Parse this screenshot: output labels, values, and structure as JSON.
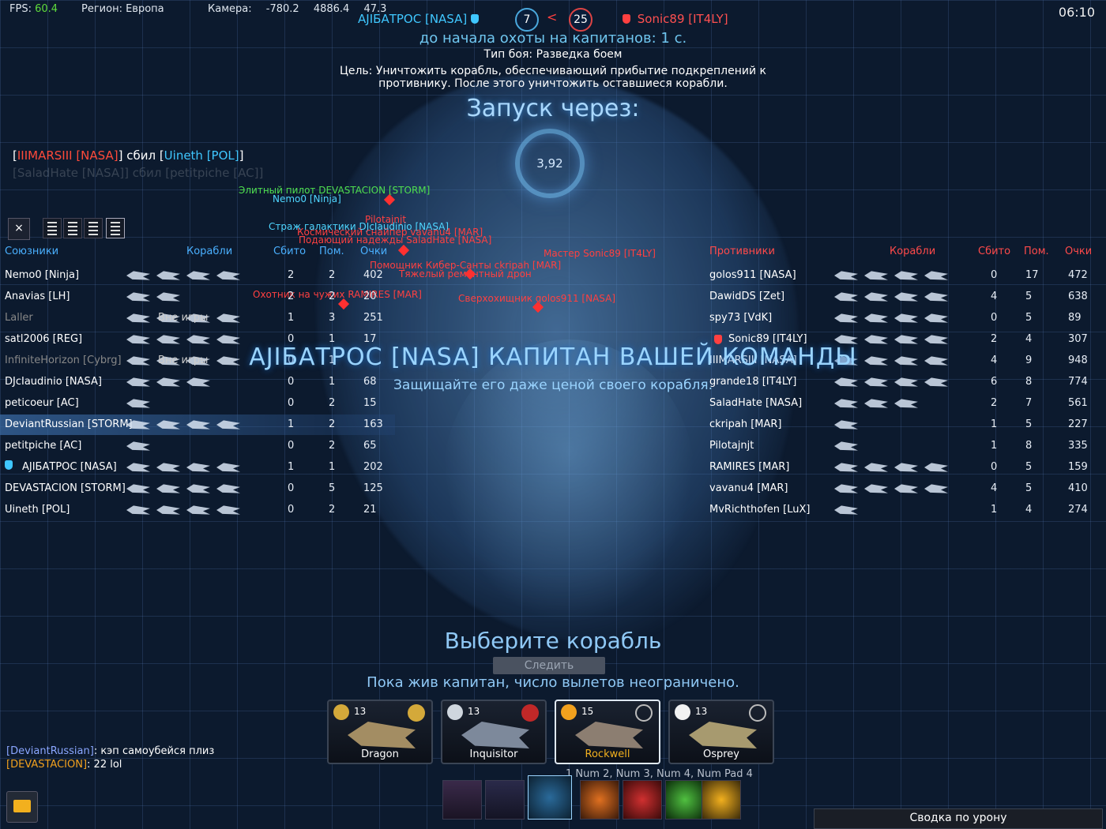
{
  "hud": {
    "fps_label": "FPS:",
    "fps_value": "60.4",
    "region": "Регион: Европа",
    "camera_label": "Камера:",
    "camera_x": "-780.2",
    "camera_y": "4886.4",
    "camera_z": "47.3",
    "clock": "06:10"
  },
  "score": {
    "left_captain": "AJIБАТРОС [NASA]",
    "left_score": "7",
    "right_score": "25",
    "right_captain": "Sonic89 [IT4LY]",
    "vs": "<"
  },
  "briefing": {
    "hunt_timer": "до начала охоты на капитанов: 1 с.",
    "battle_type": "Тип боя: Разведка боем",
    "objective": "Цель: Уничтожить корабль, обеспечивающий прибытие подкреплений к противнику. После этого уничтожить оставшиеся корабли.",
    "launch_label": "Запуск через:",
    "launch_timer": "3,92"
  },
  "killfeed": [
    {
      "killer": "IIIMARSIII [NASA]",
      "verb": "сбил",
      "victim": "Uineth [POL]"
    },
    {
      "killer": "SaladHate [NASA]",
      "verb": "сбил",
      "victim": "petitpiche [AC]"
    }
  ],
  "view": {
    "close": "×"
  },
  "allies_table": {
    "col_players": "Союзники",
    "col_ships": "Корабли",
    "col_kills": "Сбито",
    "col_assists": "Пом.",
    "col_points": "Очки",
    "rows": [
      {
        "name": "Nemo0 [Ninja]",
        "kills": "2",
        "assists": "2",
        "points": "402",
        "ships": 4
      },
      {
        "name": "Anavias [LH]",
        "kills": "2",
        "assists": "2",
        "points": "20",
        "ships": 2
      },
      {
        "name": "Laller",
        "kills": "1",
        "assists": "3",
        "points": "251",
        "ships": 4,
        "offline": "Вне игры"
      },
      {
        "name": "satl2006 [REG]",
        "kills": "0",
        "assists": "1",
        "points": "17",
        "ships": 4
      },
      {
        "name": "InfiniteHorizon [Cybrg]",
        "kills": "0",
        "assists": "1",
        "points": "",
        "ships": 4,
        "offline": "Вне игры"
      },
      {
        "name": "DJcIaudinio [NASA]",
        "kills": "0",
        "assists": "1",
        "points": "68",
        "ships": 3
      },
      {
        "name": "peticoeur [AC]",
        "kills": "0",
        "assists": "2",
        "points": "15",
        "ships": 1
      },
      {
        "name": "DeviantRussian [STORM]",
        "kills": "1",
        "assists": "2",
        "points": "163",
        "ships": 4
      },
      {
        "name": "petitpiche [AC]",
        "kills": "0",
        "assists": "2",
        "points": "65",
        "ships": 1
      },
      {
        "name": "AJIБАТРОС [NASA]",
        "kills": "1",
        "assists": "1",
        "points": "202",
        "ships": 4
      },
      {
        "name": "DEVASTACION [STORM]",
        "kills": "0",
        "assists": "5",
        "points": "125",
        "ships": 4
      },
      {
        "name": "Uineth [POL]",
        "kills": "0",
        "assists": "2",
        "points": "21",
        "ships": 4
      }
    ]
  },
  "enemies_table": {
    "col_players": "Противники",
    "col_ships": "Корабли",
    "col_kills": "Сбито",
    "col_assists": "Пом.",
    "col_points": "Очки",
    "rows": [
      {
        "name": "golos911 [NASA]",
        "kills": "0",
        "assists": "17",
        "points": "472",
        "ships": 4
      },
      {
        "name": "DawidDS [Zet]",
        "kills": "4",
        "assists": "5",
        "points": "638",
        "ships": 4
      },
      {
        "name": "spy73 [VdK]",
        "kills": "0",
        "assists": "5",
        "points": "89",
        "ships": 4
      },
      {
        "name": "Sonic89 [IT4LY]",
        "kills": "2",
        "assists": "4",
        "points": "307",
        "ships": 4
      },
      {
        "name": "IIIMARSIII [NASA]",
        "kills": "4",
        "assists": "9",
        "points": "948",
        "ships": 4
      },
      {
        "name": "grande18 [IT4LY]",
        "kills": "6",
        "assists": "8",
        "points": "774",
        "ships": 4
      },
      {
        "name": "SaladHate [NASA]",
        "kills": "2",
        "assists": "7",
        "points": "561",
        "ships": 3
      },
      {
        "name": "ckripah [MAR]",
        "kills": "1",
        "assists": "5",
        "points": "227",
        "ships": 1
      },
      {
        "name": "Pilotajnjt",
        "kills": "1",
        "assists": "8",
        "points": "335",
        "ships": 1
      },
      {
        "name": "RAMIRES [MAR]",
        "kills": "0",
        "assists": "5",
        "points": "159",
        "ships": 4
      },
      {
        "name": "vavanu4 [MAR]",
        "kills": "4",
        "assists": "5",
        "points": "410",
        "ships": 4
      },
      {
        "name": "MvRichthofen [LuX]",
        "kills": "1",
        "assists": "4",
        "points": "274",
        "ships": 1
      }
    ]
  },
  "map_labels": [
    {
      "text": "Элитный пилот DEVASTACION [STORM]",
      "color": "green"
    },
    {
      "text": "Nemo0 [Ninja]",
      "color": "cyan"
    },
    {
      "text": "Pilotajnjt",
      "color": "red"
    },
    {
      "text": "Страж галактики DJcIaudinio [NASA]",
      "color": "cyan"
    },
    {
      "text": "Космический снайпер vavanu4 [MAR]",
      "color": "red"
    },
    {
      "text": "Подающий надежды SaladHate [NASA]",
      "color": "red"
    },
    {
      "text": "Мастер Sonic89 [IT4LY]",
      "color": "red"
    },
    {
      "text": "Помощник Кибер-Санты ckripah [MAR]",
      "color": "red"
    },
    {
      "text": "Тяжелый ремонтный дрон",
      "color": "red"
    },
    {
      "text": "Охотник на чужих RAMIRES [MAR]",
      "color": "red"
    },
    {
      "text": "Сверхохищник golos911 [NASA]",
      "color": "red"
    }
  ],
  "captain_banner": {
    "title": "AJIБАТРОС [NASA] КАПИТАН ВАШЕЙ КОМАНДЫ",
    "subtitle": "Защищайте его даже ценой своего корабля."
  },
  "ship_select": {
    "title": "Выберите корабль",
    "follow_button": "Следить",
    "sorties_note": "Пока жив капитан, число вылетов неограничено.",
    "cards": [
      {
        "level": "13",
        "name": "Dragon"
      },
      {
        "level": "13",
        "name": "Inquisitor"
      },
      {
        "level": "15",
        "name": "Rockwell"
      },
      {
        "level": "13",
        "name": "Osprey"
      }
    ],
    "key_hints": "1  Num 2, Num 3, Num 4, Num Pad 4"
  },
  "chat": [
    {
      "who": "[DeviantRussian]",
      "text": ": кэп самоубейся плиз"
    },
    {
      "who": "[DEVASTACION]",
      "text": ": 22 lol"
    }
  ],
  "damage_summary": "Сводка по урону",
  "colors": {
    "ally_blue": "#3fc7ff",
    "enemy_red": "#ff4040",
    "fps_green": "#5fdc3c",
    "active_ship": "#f2b01e"
  }
}
